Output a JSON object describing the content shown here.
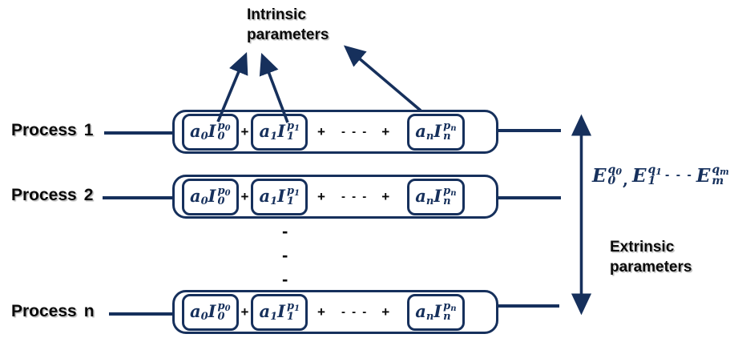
{
  "colors": {
    "navy": "#16305C",
    "text": "#0a0a0a",
    "background": "#ffffff"
  },
  "intrinsic_label": {
    "line1": "Intrinsic",
    "line2": "parameters"
  },
  "extrinsic_label": {
    "line1": "Extrinsic",
    "line2": "parameters"
  },
  "rows": [
    {
      "label": "Process",
      "index": "1"
    },
    {
      "label": "Process",
      "index": "2"
    },
    {
      "label": "Process",
      "index": "n"
    }
  ],
  "formula": {
    "plus": "+",
    "dots": "- - -",
    "terms": [
      {
        "coef": "a",
        "coef_sub": "0",
        "base": "I",
        "sup_base": "p",
        "sup_sub": "0",
        "sub": "0"
      },
      {
        "coef": "a",
        "coef_sub": "1",
        "base": "I",
        "sup_base": "p",
        "sup_sub": "1",
        "sub": "1"
      },
      {
        "coef": "a",
        "coef_sub": "n",
        "base": "I",
        "sup_base": "p",
        "sup_sub": "n",
        "sub": "n"
      }
    ]
  },
  "extrinsic_formula": {
    "separator": ",",
    "dots": "- - -",
    "terms": [
      {
        "base": "E",
        "sub": "0",
        "sup_base": "q",
        "sup_sub": "0"
      },
      {
        "base": "E",
        "sub": "1",
        "sup_base": "q",
        "sup_sub": "1"
      },
      {
        "base": "E",
        "sub": "m",
        "sup_base": "q",
        "sup_sub": "m"
      }
    ]
  },
  "middle_dots": [
    "-",
    "-",
    "-"
  ]
}
